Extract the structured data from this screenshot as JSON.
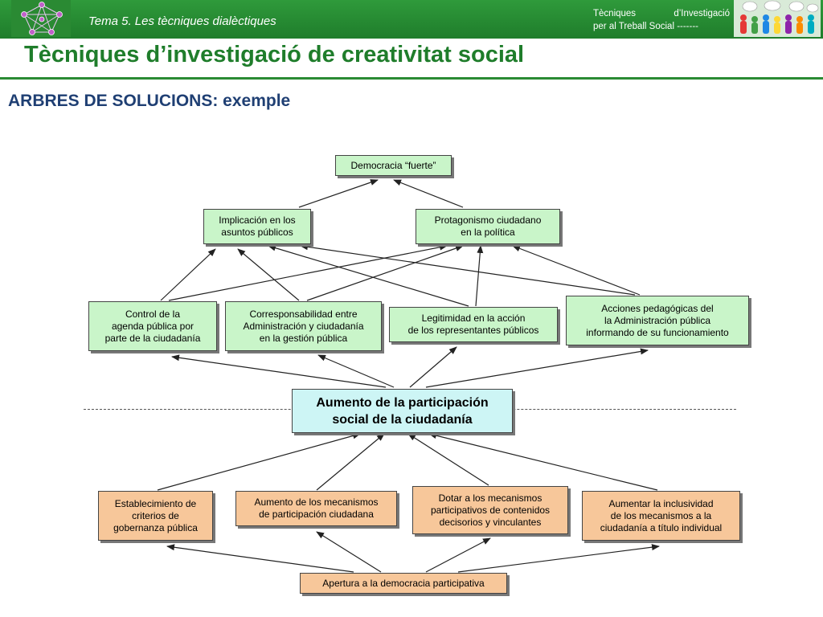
{
  "header": {
    "tema": "Tema 5. Les tècniques dialèctiques",
    "course_line1_a": "Tècniques",
    "course_line1_b": "d’Investigació",
    "course_line2": "per al Treball Social -------"
  },
  "title": "Tècniques d’investigació de creativitat social",
  "subtitle": "ARBRES DE SOLUCIONS: exemple",
  "diagram": {
    "top": "Democracia “fuerte”",
    "level2": [
      "Implicación en los\nasuntos públicos",
      "Protagonismo ciudadano\nen la política"
    ],
    "level3": [
      "Control de la\nagenda pública por\nparte de la ciudadanía",
      "Corresponsabilidad entre\nAdministración y ciudadanía\nen la gestión pública",
      "Legitimidad en la acción\nde los representantes públicos",
      "Acciones pedagógicas del\nla Administración pública\ninformando de su funcionamiento"
    ],
    "center": "Aumento de la participación\nsocial de la ciudadanía",
    "level5": [
      "Establecimiento de\ncriterios de\ngobernanza pública",
      "Aumento de los mecanismos\nde participación ciudadana",
      "Dotar a los mecanismos\nparticipativos de contenidos\ndecisorios y vinculantes",
      "Aumentar la inclusividad\nde los mecanismos a la\nciudadanía a título individual"
    ],
    "bottom": "Apertura a la democracia participativa"
  }
}
